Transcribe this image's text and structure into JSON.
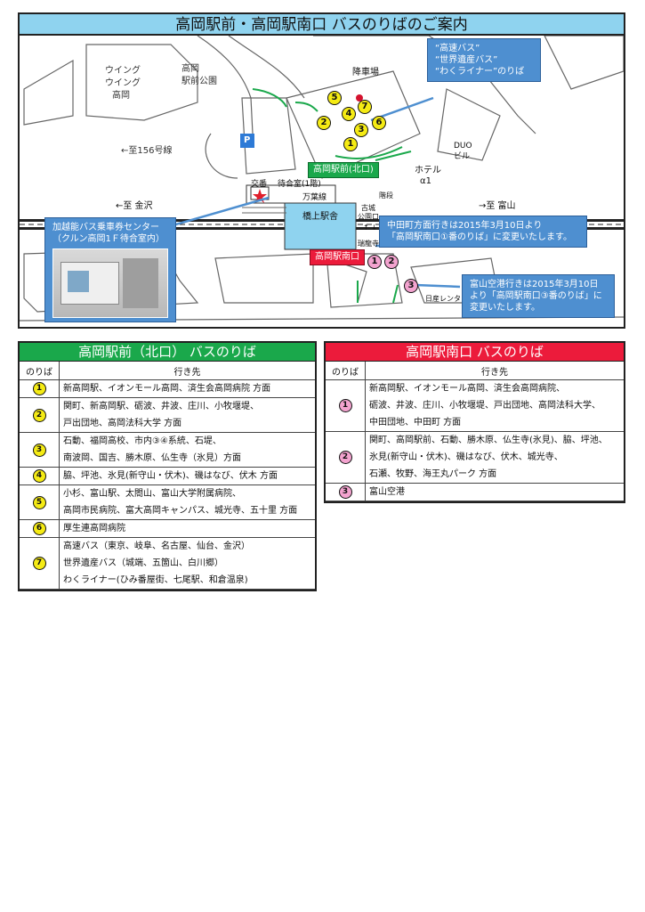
{
  "map": {
    "title": "高岡駅前・高岡駅南口 バスのりばのご案内",
    "labels": {
      "wing1": "ウイング",
      "wing2": "ウイング",
      "wing3": "高岡",
      "park1": "高岡",
      "park2": "駅前公園",
      "route156": "←至156号線",
      "kanazawa": "←至 金沢",
      "toyama": "→至 富山",
      "koban": "交番",
      "waiting": "待合室(1階)",
      "manyo": "万葉線",
      "hashigami": "橋上駅舎",
      "furushiro1": "古城",
      "furushiro2": "公園口",
      "arrow": "↑ ↓",
      "zuiryuji": "瑞龍寺口",
      "kousha": "降車場",
      "hotel1": "ホテル",
      "hotel2": "α1",
      "duo1": "DUO",
      "duo2": "ビル",
      "nissan": "日産レンタカー",
      "kaidan": "階段",
      "parking": "P"
    },
    "north_badge": "高岡駅前(北口)",
    "south_badge": "高岡駅南口",
    "callout_top": [
      "“高速バス”",
      "“世界遺産バス”",
      "“わくライナー”のりば"
    ],
    "callout_left": [
      "加越能バス乗車券センター",
      "（クルン高岡1Ｆ待合室内）"
    ],
    "callout_mid": [
      "中田町方面行きは2015年3月10日より",
      "「高岡駅南口①番のりば」に変更いたします。"
    ],
    "callout_right": [
      "富山空港行きは2015年3月10日",
      "より「高岡駅南口③番のりば」に",
      "変更いたします。"
    ],
    "north_stops": [
      "1",
      "2",
      "3",
      "4",
      "5",
      "6",
      "7"
    ],
    "south_stops": [
      "1",
      "2",
      "3"
    ]
  },
  "north_table": {
    "title": "高岡駅前（北口）  バスのりば",
    "col_stop": "のりば",
    "col_dest": "行き先",
    "rows": [
      {
        "stop": "1",
        "lines": [
          "新高岡駅、イオンモール高岡、済生会高岡病院 方面"
        ]
      },
      {
        "stop": "2",
        "lines": [
          "関町、新高岡駅、砺波、井波、庄川、小牧堰堤、",
          "戸出団地、高岡法科大学 方面"
        ]
      },
      {
        "stop": "3",
        "lines": [
          "石動、福岡高校、市内③④系統、石堤、",
          "南波岡、国吉、勝木原、仏生寺（氷見）方面"
        ]
      },
      {
        "stop": "4",
        "lines": [
          "脇、坪池、氷見(新守山・伏木)、磯はなび、伏木 方面"
        ]
      },
      {
        "stop": "5",
        "lines": [
          "小杉、富山駅、太閤山、富山大学附属病院、",
          "高岡市民病院、富大高岡キャンパス、城光寺、五十里 方面"
        ]
      },
      {
        "stop": "6",
        "lines": [
          "厚生連高岡病院"
        ]
      },
      {
        "stop": "7",
        "lines": [
          "高速バス（東京、岐阜、名古屋、仙台、金沢）",
          "世界遺産バス（城端、五箇山、白川郷）",
          "わくライナー(ひみ番屋街、七尾駅、和倉温泉)"
        ]
      }
    ]
  },
  "south_table": {
    "title": "高岡駅南口 バスのりば",
    "col_stop": "のりば",
    "col_dest": "行き先",
    "rows": [
      {
        "stop": "1",
        "lines": [
          "新高岡駅、イオンモール高岡、済生会高岡病院、",
          "砺波、井波、庄川、小牧堰堤、戸出団地、高岡法科大学、",
          "中田団地、中田町  方面"
        ]
      },
      {
        "stop": "2",
        "lines": [
          "関町、高岡駅前、石動、勝木原、仏生寺(氷見)、脇、坪池、",
          "氷見(新守山・伏木)、磯はなび、伏木、城光寺、",
          "石瀬、牧野、海王丸パーク      方面"
        ]
      },
      {
        "stop": "3",
        "lines": [
          "富山空港"
        ]
      }
    ]
  },
  "colors": {
    "title_bg": "#8fd3ef",
    "north_green": "#1aa84b",
    "south_red": "#ec1b3b",
    "stop_yellow": "#f5eb14",
    "stop_pink": "#f3a3cf",
    "callout_blue": "#4e8fd0"
  }
}
